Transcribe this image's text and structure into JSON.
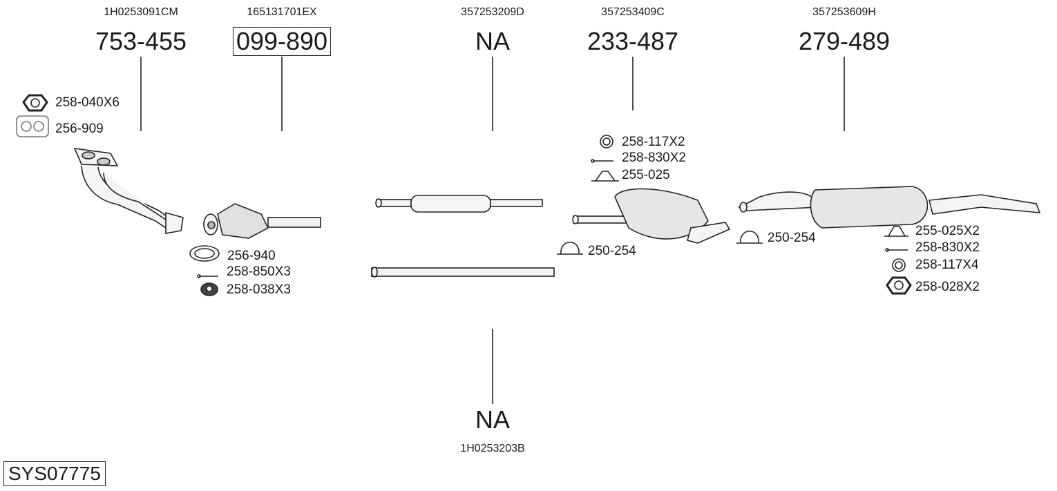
{
  "system_id": "SYS07775",
  "parts": [
    {
      "oe": "1H0253091CM",
      "number": "753-455"
    },
    {
      "oe": "165131701EX",
      "number": "099-890"
    },
    {
      "oe": "357253209D",
      "number": "NA"
    },
    {
      "oe": "357253409C",
      "number": "233-487"
    },
    {
      "oe": "357253609H",
      "number": "279-489"
    },
    {
      "oe": "1H0253203B",
      "number": "NA"
    }
  ],
  "accessories": [
    {
      "label": "258-040X6",
      "icon": "nut-icon"
    },
    {
      "label": "256-909",
      "icon": "gasket-icon"
    },
    {
      "label": "256-940",
      "icon": "ring-gasket-icon"
    },
    {
      "label": "258-850X3",
      "icon": "bolt-icon"
    },
    {
      "label": "258-038X3",
      "icon": "flange-nut-icon"
    },
    {
      "label": "258-117X2",
      "icon": "washer-icon"
    },
    {
      "label": "258-830X2",
      "icon": "bolt-icon"
    },
    {
      "label": "255-025",
      "icon": "rubber-mount-icon"
    },
    {
      "label": "250-254",
      "icon": "clamp-icon"
    },
    {
      "label": "250-254",
      "icon": "clamp-icon"
    },
    {
      "label": "255-025X2",
      "icon": "rubber-mount-icon"
    },
    {
      "label": "258-830X2",
      "icon": "bolt-icon"
    },
    {
      "label": "258-117X4",
      "icon": "washer-icon"
    },
    {
      "label": "258-028X2",
      "icon": "nut-icon"
    }
  ]
}
